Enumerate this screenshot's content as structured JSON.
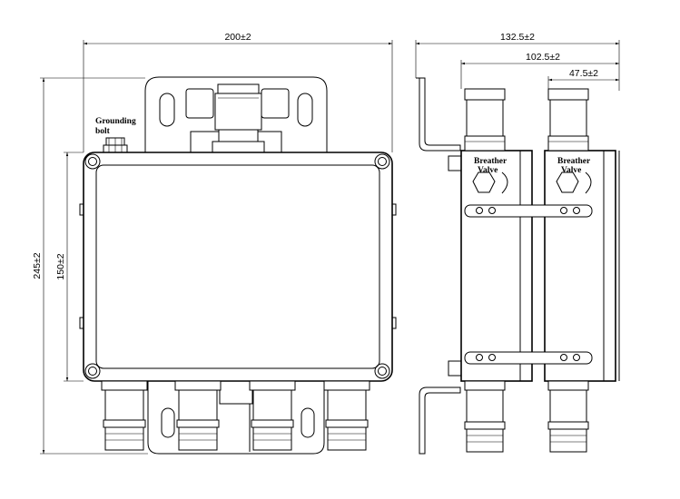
{
  "dimensions": {
    "overall_width": "200±2",
    "side_depth": "132.5±2",
    "side_depth_mid": "102.5±2",
    "side_depth_small": "47.5±2",
    "overall_height": "245±2",
    "box_height": "150±2"
  },
  "labels": {
    "grounding_line1": "Grounding",
    "grounding_line2": "bolt",
    "breather1_line1": "Breather",
    "breather1_line2": "Valve",
    "breather2_line1": "Breather",
    "breather2_line2": "Valve"
  }
}
